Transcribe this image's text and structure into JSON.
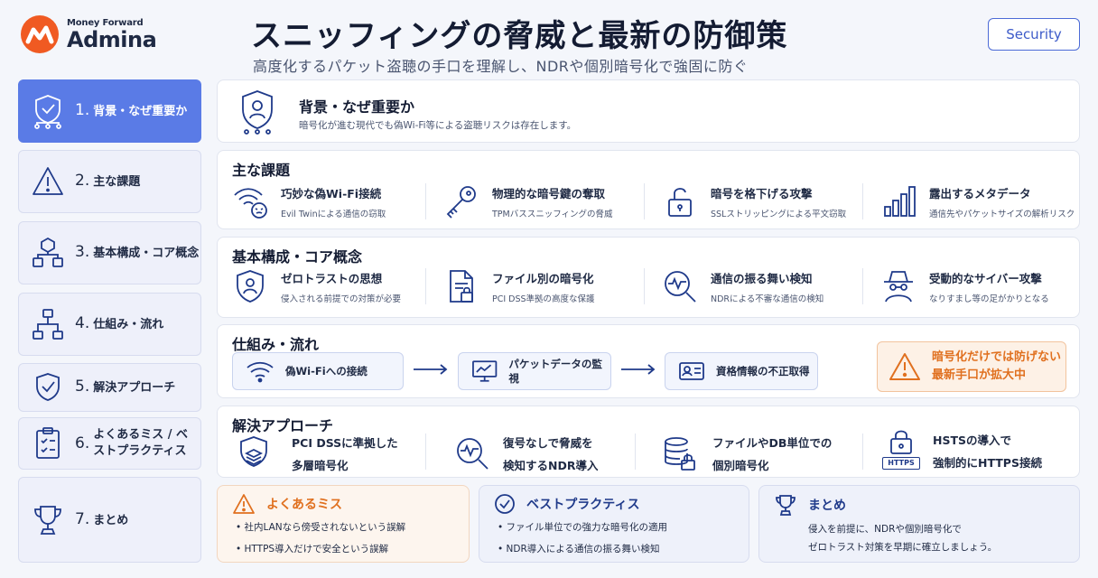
{
  "logo": {
    "sub": "Money Forward",
    "main": "Admina"
  },
  "header": {
    "title": "スニッフィングの脅威と最新の防御策",
    "subtitle": "高度化するパケット盗聴の手口を理解し、NDRや個別暗号化で強固に防ぐ",
    "badge": "Security"
  },
  "sidebar": {
    "items": [
      {
        "num": "1.",
        "label": "背景・なぜ重要か"
      },
      {
        "num": "2.",
        "label": "主な課題"
      },
      {
        "num": "3.",
        "label": "基本構成・コア概念"
      },
      {
        "num": "4.",
        "label": "仕組み・流れ"
      },
      {
        "num": "5.",
        "label": "解決アプローチ"
      },
      {
        "num": "6.",
        "label": "よくあるミス / ベストプラクティス"
      },
      {
        "num": "7.",
        "label": "まとめ"
      }
    ]
  },
  "background": {
    "title": "背景・なぜ重要か",
    "desc": "暗号化が進む現代でも偽Wi-Fi等による盗聴リスクは存在します。"
  },
  "challenges": {
    "title": "主な課題",
    "items": [
      {
        "title": "巧妙な偽Wi-Fi接続",
        "desc": "Evil Twinによる通信の窃取"
      },
      {
        "title": "物理的な暗号鍵の奪取",
        "desc": "TPMバススニッフィングの脅威"
      },
      {
        "title": "暗号を格下げる攻撃",
        "desc": "SSLストリッピングによる平文窃取"
      },
      {
        "title": "露出するメタデータ",
        "desc": "通信先やパケットサイズの解析リスク"
      }
    ]
  },
  "concepts": {
    "title": "基本構成・コア概念",
    "items": [
      {
        "title": "ゼロトラストの思想",
        "desc": "侵入される前提での対策が必要"
      },
      {
        "title": "ファイル別の暗号化",
        "desc": "PCI DSS準拠の高度な保護"
      },
      {
        "title": "通信の振る舞い検知",
        "desc": "NDRによる不審な通信の検知"
      },
      {
        "title": "受動的なサイバー攻撃",
        "desc": "なりすまし等の足がかりとなる"
      }
    ]
  },
  "flow": {
    "title": "仕組み・流れ",
    "steps": [
      "偽Wi-Fiへの接続",
      "パケットデータの監視",
      "資格情報の不正取得"
    ],
    "warning_line1": "暗号化だけでは防げない",
    "warning_line2": "最新手口が拡大中"
  },
  "solutions": {
    "title": "解決アプローチ",
    "items": [
      {
        "line1": "PCI DSSに準拠した",
        "line2": "多層暗号化"
      },
      {
        "line1": "復号なしで脅威を",
        "line2": "検知するNDR導入"
      },
      {
        "line1": "ファイルやDB単位での",
        "line2": "個別暗号化"
      },
      {
        "line1": "HSTSの導入で",
        "line2": "強制的にHTTPS接続"
      }
    ],
    "https_badge": "HTTPS"
  },
  "mistakes": {
    "title": "よくあるミス",
    "items": [
      "社内LANなら傍受されないという誤解",
      "HTTPS導入だけで安全という誤解"
    ]
  },
  "best": {
    "title": "ベストプラクティス",
    "items": [
      "ファイル単位での強力な暗号化の適用",
      "NDR導入による通信の振る舞い検知"
    ]
  },
  "summary": {
    "title": "まとめ",
    "line1": "侵入を前提に、NDRや個別暗号化で",
    "line2": "ゼロトラスト対策を早期に確立しましょう。"
  },
  "colors": {
    "accent": "#5a7be6",
    "navy": "#1f3a8a",
    "warning": "#e0701f",
    "logo_orange": "#f05a22"
  }
}
